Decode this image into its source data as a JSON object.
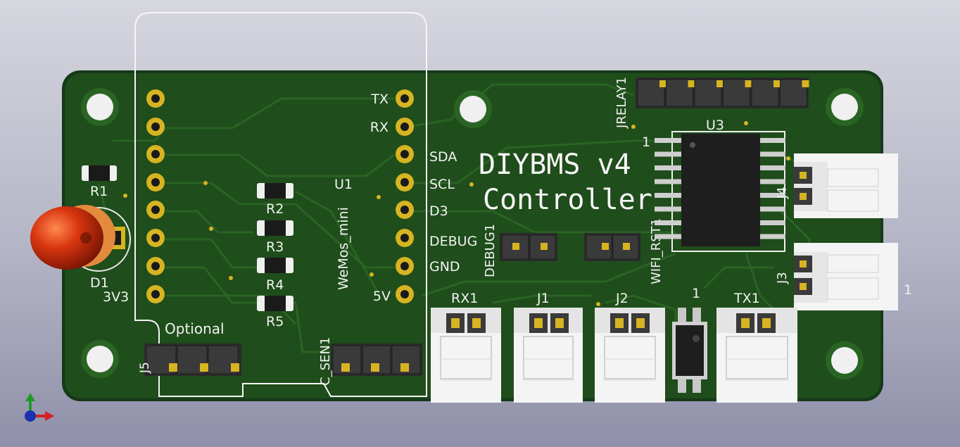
{
  "board": {
    "title_line1": "DIYBMS v4",
    "title_line2": "Controller",
    "colors": {
      "pcb": "#1f4d1b",
      "pcb_edge": "#17391a",
      "trace": "#2a6424",
      "pad_gold": "#d6b422",
      "silkscreen": "#f2f2f2",
      "led_red": "#c0200a",
      "connector_white": "#f4f4f4",
      "header_black": "#2b2b2b"
    }
  },
  "module": {
    "ref": "U1",
    "value": "WeMos_mini",
    "pins_right": [
      "TX",
      "RX",
      "SDA",
      "SCL",
      "D3",
      "DEBUG",
      "GND",
      "5V"
    ]
  },
  "resistors": [
    "R1",
    "R2",
    "R3",
    "R4",
    "R5"
  ],
  "led": {
    "ref": "D1",
    "label": "3V3"
  },
  "headers": {
    "j5": "J5",
    "optional": "Optional",
    "csen": "C_SEN1",
    "debug": "DEBUG1",
    "wifi": "WIFI_RST1",
    "relay": "JRELAY1"
  },
  "ic": {
    "ref": "U3",
    "pin1": "1"
  },
  "connectors_bottom": [
    "RX1",
    "J1",
    "J2",
    "TX1"
  ],
  "connectors_right": [
    "J4",
    "J3"
  ],
  "pin1_markers": {
    "ic_pin1": "1",
    "optocoupler_pin1": "1",
    "j3_pin1": "1"
  },
  "axes_icon": "xyz-axes-icon"
}
